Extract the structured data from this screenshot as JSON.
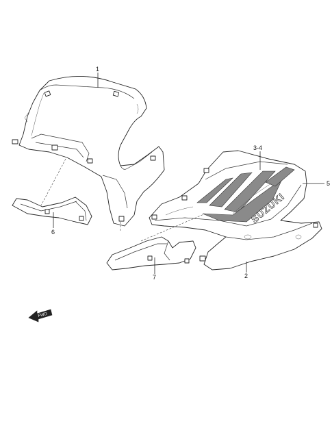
{
  "callouts": [
    {
      "id": "1",
      "text": "1"
    },
    {
      "id": "3-4",
      "text": "3-4"
    },
    {
      "id": "5",
      "text": "5"
    },
    {
      "id": "6",
      "text": "6"
    },
    {
      "id": "7",
      "text": "7"
    },
    {
      "id": "2",
      "text": "2"
    }
  ],
  "decal_text": "SUZUKI",
  "direction_mark": "FWD",
  "colors": {
    "line": "#222222",
    "stripe": "#8a8a8a",
    "background": "#ffffff"
  }
}
